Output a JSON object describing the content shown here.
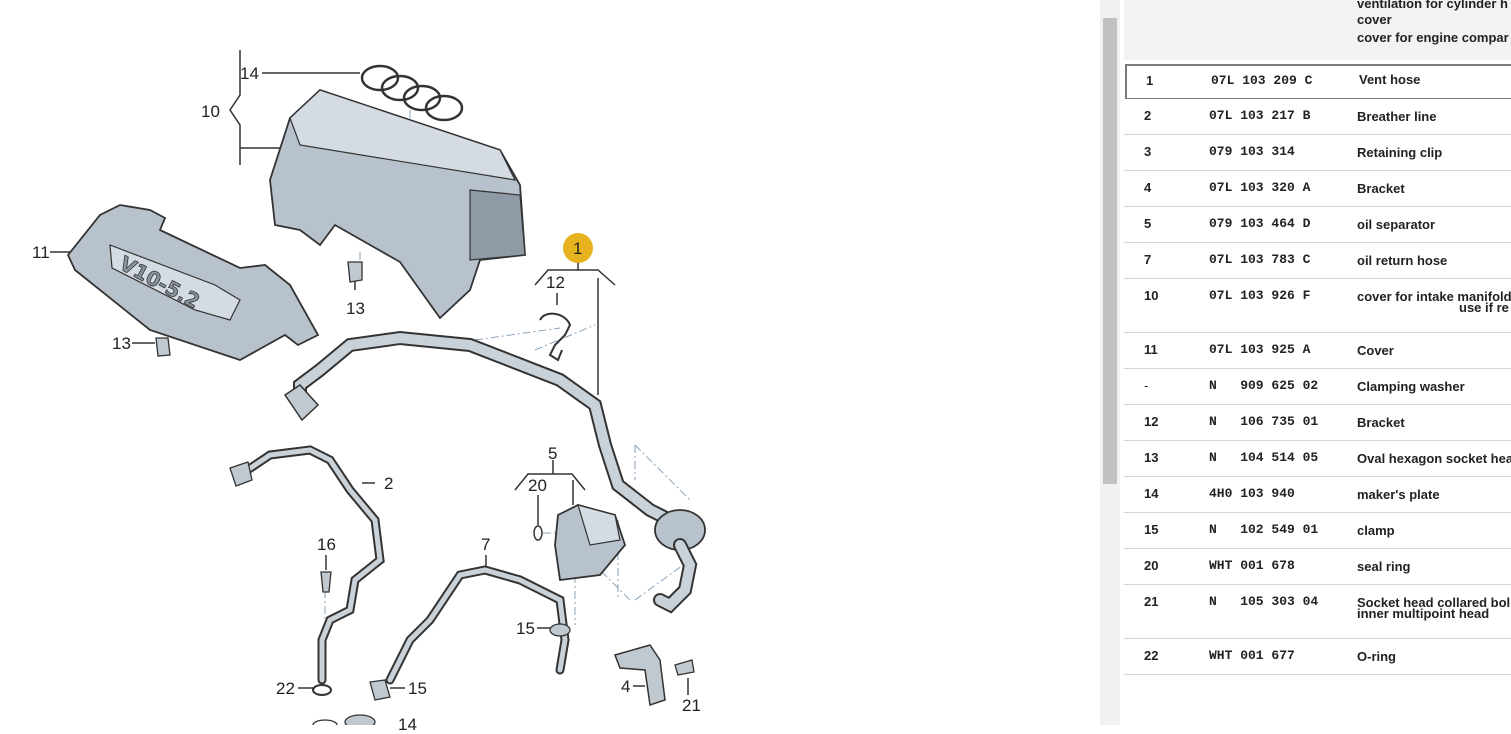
{
  "diagram": {
    "callouts": [
      "14",
      "10",
      "11",
      "13",
      "13",
      "12",
      "1",
      "2",
      "16",
      "20",
      "5",
      "7",
      "15",
      "15",
      "22",
      "4",
      "21",
      "14"
    ],
    "highlight_color": "#e6b31f"
  },
  "scrollbar": {
    "up_arrow": "˄"
  },
  "header": {
    "line1": "ventilation for cylinder h",
    "line2": "cover",
    "line3": "cover for engine compar"
  },
  "parts": [
    {
      "pos": "1",
      "num": "07L 103 209 C",
      "desc": "Vent hose",
      "desc2": ""
    },
    {
      "pos": "2",
      "num": "07L 103 217 B",
      "desc": "Breather line",
      "desc2": ""
    },
    {
      "pos": "3",
      "num": "079 103 314",
      "desc": "Retaining clip",
      "desc2": ""
    },
    {
      "pos": "4",
      "num": "07L 103 320 A",
      "desc": "Bracket",
      "desc2": ""
    },
    {
      "pos": "5",
      "num": "079 103 464 D",
      "desc": "oil separator",
      "desc2": ""
    },
    {
      "pos": "7",
      "num": "07L 103 783 C",
      "desc": "oil return hose",
      "desc2": ""
    },
    {
      "pos": "10",
      "num": "07L 103 926 F",
      "desc": "cover for intake manifold",
      "desc2": "use if re"
    },
    {
      "pos": "11",
      "num": "07L 103 925 A",
      "desc": "Cover",
      "desc2": ""
    },
    {
      "pos": "-",
      "num": "N   909 625 02",
      "desc": "Clamping washer",
      "desc2": ""
    },
    {
      "pos": "12",
      "num": "N   106 735 01",
      "desc": "Bracket",
      "desc2": ""
    },
    {
      "pos": "13",
      "num": "N   104 514 05",
      "desc": "Oval hexagon socket hea",
      "desc2": ""
    },
    {
      "pos": "14",
      "num": "4H0 103 940",
      "desc": "maker's plate",
      "desc2": ""
    },
    {
      "pos": "15",
      "num": "N   102 549 01",
      "desc": "clamp",
      "desc2": ""
    },
    {
      "pos": "20",
      "num": "WHT 001 678",
      "desc": "seal ring",
      "desc2": ""
    },
    {
      "pos": "21",
      "num": "N   105 303 04",
      "desc": "Socket head collared bol",
      "desc2": "inner multipoint head"
    },
    {
      "pos": "22",
      "num": "WHT 001 677",
      "desc": "O-ring",
      "desc2": ""
    }
  ]
}
